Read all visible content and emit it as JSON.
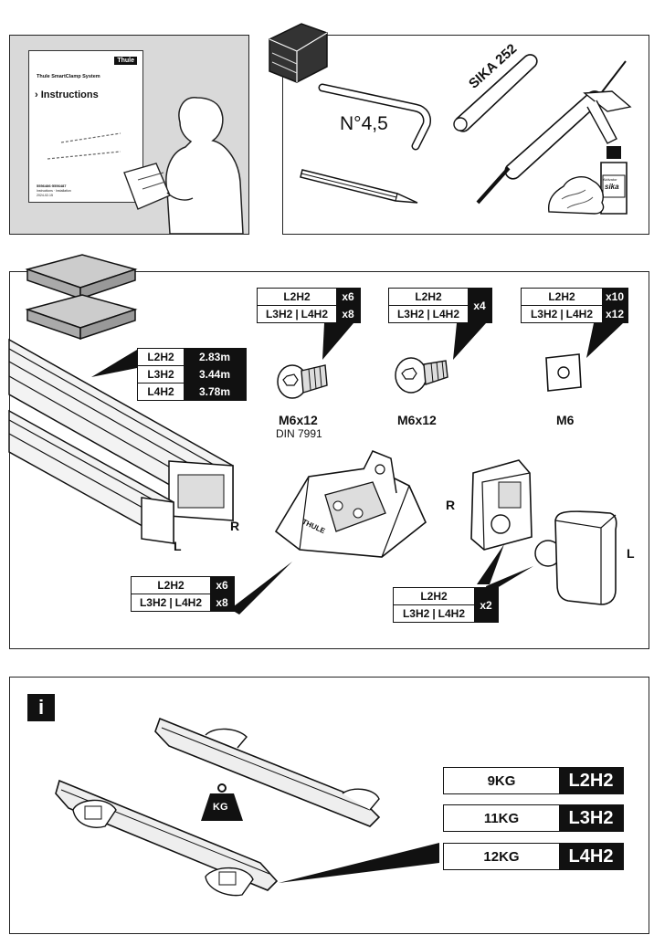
{
  "top_left": {
    "brand": "Thule",
    "doc_title": "Thule SmartClamp System",
    "instructions": "Instructions",
    "doc_code": "5556486·5556487",
    "doc_sub1": "Instructions · Installation",
    "doc_sub2": "2024-02-15"
  },
  "tools": {
    "hex_key": "N°4,5",
    "sealant_tube": "SIKA 252",
    "bottle_brand": "sika",
    "bottle_small": "Aktivator"
  },
  "parts": {
    "rails_table": [
      {
        "model": "L2H2",
        "value": "2.83m"
      },
      {
        "model": "L3H2",
        "value": "3.44m"
      },
      {
        "model": "L4H2",
        "value": "3.78m"
      }
    ],
    "rail_left": "L",
    "rail_right": "R",
    "screw1": {
      "r1_model": "L2H2",
      "r1_qty": "x6",
      "r2_model_a": "L3H2",
      "r2_model_b": "L4H2",
      "r2_qty": "x8",
      "name": "M6x12",
      "standard": "DIN 7991"
    },
    "screw2": {
      "r1_model": "L2H2",
      "r2_model_a": "L3H2",
      "r2_model_b": "L4H2",
      "qty": "x4",
      "name": "M6x12"
    },
    "nut": {
      "r1_model": "L2H2",
      "r1_qty": "x10",
      "r2_model_a": "L3H2",
      "r2_model_b": "L4H2",
      "r2_qty": "x12",
      "name": "M6"
    },
    "foot": {
      "r1_model": "L2H2",
      "r1_qty": "x6",
      "r2_model_a": "L3H2",
      "r2_model_b": "L4H2",
      "r2_qty": "x8",
      "brand": "THULE"
    },
    "caps": {
      "r1_model": "L2H2",
      "r2_model_a": "L3H2",
      "r2_model_b": "L4H2",
      "qty": "x2",
      "right": "R",
      "left": "L"
    }
  },
  "info": {
    "badge": "i",
    "weight_icon": "KG",
    "weights": [
      {
        "kg": "9KG",
        "model": "L2H2"
      },
      {
        "kg": "11KG",
        "model": "L3H2"
      },
      {
        "kg": "12KG",
        "model": "L4H2"
      }
    ]
  }
}
